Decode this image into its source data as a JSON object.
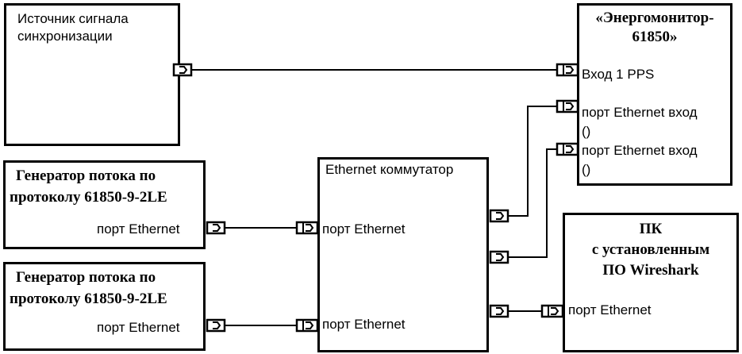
{
  "sync_source": {
    "line1": "Источник сигнала",
    "line2": "синхронизации"
  },
  "energomonitor": {
    "title_line1": "«Энергомонитор-",
    "title_line2": "61850»",
    "input_pps": "Вход 1 PPS",
    "eth_in_1": "порт Ethernet вход",
    "eth_in_1_sub": "()",
    "eth_in_2": "порт Ethernet вход",
    "eth_in_2_sub": "()"
  },
  "generator1": {
    "line1": "Генератор потока по",
    "line2": "протоколу 61850-9-2LE",
    "port": "порт Ethernet"
  },
  "generator2": {
    "line1": "Генератор потока по",
    "line2": "протоколу 61850-9-2LE",
    "port": "порт Ethernet"
  },
  "switch": {
    "title": "Ethernet коммутатор",
    "port1": "порт Ethernet",
    "port2": "порт Ethernet"
  },
  "pc": {
    "line1": "ПК",
    "line2": "с установленным",
    "line3": "ПО Wireshark",
    "port": "порт Ethernet"
  }
}
